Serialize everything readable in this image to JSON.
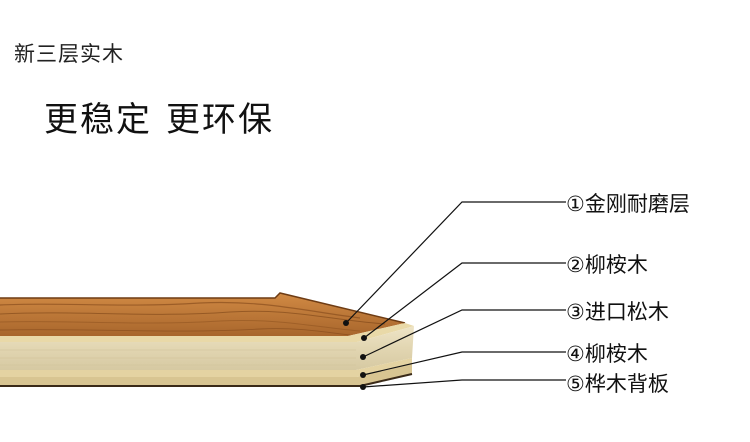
{
  "header": {
    "title": "新三层实木",
    "headline_part1": "更稳定",
    "headline_part2": "更环保"
  },
  "layers": [
    {
      "number": "①",
      "name": "金刚耐磨层"
    },
    {
      "number": "②",
      "name": "柳桉木"
    },
    {
      "number": "③",
      "name": "进口松木"
    },
    {
      "number": "④",
      "name": "柳桉木"
    },
    {
      "number": "⑤",
      "name": "桦木背板"
    }
  ],
  "colors": {
    "surface_top": "#c07a38",
    "surface_dark": "#8a4e1e",
    "core": "#e6dcbc",
    "core_edge": "#d8ccaa",
    "back": "#3a2a18",
    "leader": "#111111"
  }
}
